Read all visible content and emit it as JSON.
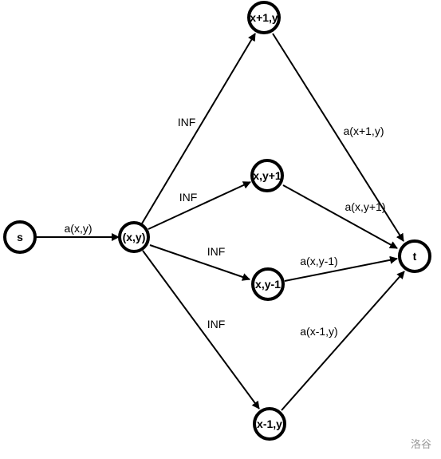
{
  "nodes": {
    "s": "s",
    "xy": "(x,y)",
    "x_plus_1": "x+1,y",
    "y_plus_1": "x,y+1",
    "y_minus_1": "x,y-1",
    "x_minus_1": "x-1,y",
    "t": "t"
  },
  "edges": {
    "s_xy": "a(x,y)",
    "xy_xp1": "INF",
    "xy_yp1": "INF",
    "xy_ym1": "INF",
    "xy_xm1": "INF",
    "xp1_t": "a(x+1,y)",
    "yp1_t": "a(x,y+1)",
    "ym1_t": "a(x,y-1)",
    "xm1_t": "a(x-1,y)"
  },
  "watermark": "洛谷"
}
